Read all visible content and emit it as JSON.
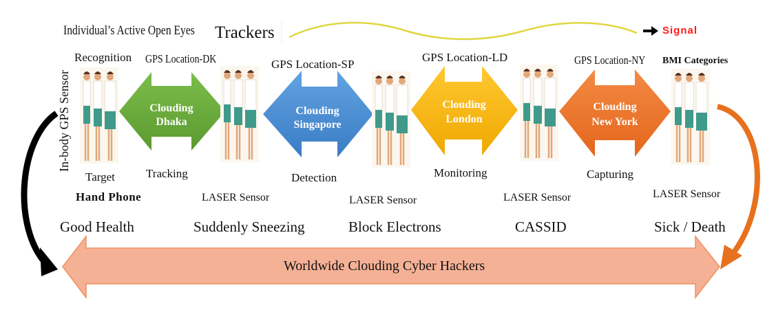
{
  "header": {
    "title_left": "Individual’s Active Open Eyes",
    "title_trackers": "Trackers",
    "signal_label": "Signal",
    "signal_arrow_icon": "right-arrow-icon"
  },
  "side_label": "In-body GPS Sensor",
  "bmi_label": "BMI Categories",
  "stages": [
    {
      "top_label": "Recognition",
      "bottom_label": "Target",
      "sensor": "Hand Phone",
      "status": "Good Health"
    },
    {
      "sensor": "LASER Sensor",
      "status": "Suddenly Sneezing"
    },
    {
      "sensor": "LASER Sensor",
      "status": "Block Electrons"
    },
    {
      "sensor": "LASER Sensor",
      "status": "CASSID"
    },
    {
      "sensor": "LASER Sensor",
      "status": "Sick / Death"
    }
  ],
  "clouds": [
    {
      "gps": "GPS Location-DK",
      "line1": "Clouding",
      "line2": "Dhaka",
      "action": "Tracking",
      "color": "#6aaa3a"
    },
    {
      "gps": "GPS Location-SP",
      "line1": "Clouding",
      "line2": "Singapore",
      "action": "Detection",
      "color": "#4a8fd4"
    },
    {
      "gps": "GPS Location-LD",
      "line1": "Clouding",
      "line2": "London",
      "action": "Monitoring",
      "color": "#f5b800"
    },
    {
      "gps": "GPS Location-NY",
      "line1": "Clouding",
      "line2": "New York",
      "action": "Capturing",
      "color": "#ee7a2e"
    }
  ],
  "band": {
    "label": "Worldwide Clouding Cyber Hackers",
    "color": "#f5b196"
  },
  "colors": {
    "signal_curve": "#e0d640",
    "signal_text": "#ff1a1a",
    "return_arrow_left": "#000000",
    "return_arrow_right": "#e8711e"
  }
}
